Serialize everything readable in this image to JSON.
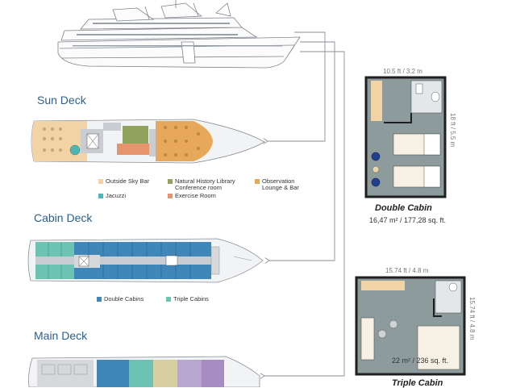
{
  "decks": {
    "sun": {
      "title": "Sun Deck",
      "legend": [
        {
          "label": "Outside Sky Bar",
          "color": "#f1d3a6"
        },
        {
          "label": "Natural History Library\nConference room",
          "color": "#8fa35f"
        },
        {
          "label": "Observation\nLounge & Bar",
          "color": "#e7a85b"
        },
        {
          "label": "Jacuzzi",
          "color": "#4fb4b6"
        },
        {
          "label": "Exercise Room",
          "color": "#e5946e"
        }
      ]
    },
    "cabin": {
      "title": "Cabin Deck",
      "legend": [
        {
          "label": "Double Cabins",
          "color": "#3f86b9"
        },
        {
          "label": "Triple Cabins",
          "color": "#6cc3b4"
        }
      ]
    },
    "main": {
      "title": "Main Deck"
    }
  },
  "cabins": {
    "double": {
      "name": "Double Cabin",
      "width_label": "10.5 ft / 3.2 m",
      "length_label": "18 ft / 5.5 m",
      "area": "16,47 m² / 177,28 sq. ft."
    },
    "triple": {
      "name": "Triple Cabin",
      "width_label": "15.74 ft / 4.8 m",
      "length_label": "15.74 ft / 4.8 m",
      "area": "22 m² / 236 sq. ft."
    }
  },
  "colors": {
    "hull": "#f2f3f5",
    "hull_stroke": "#8a8f96",
    "double_cabin": "#3f86b9",
    "triple_cabin": "#6cc3b4",
    "corridor": "#c9ccd0",
    "arrow": "#8a8f96",
    "cabin_floor": "#8d9b9c"
  }
}
